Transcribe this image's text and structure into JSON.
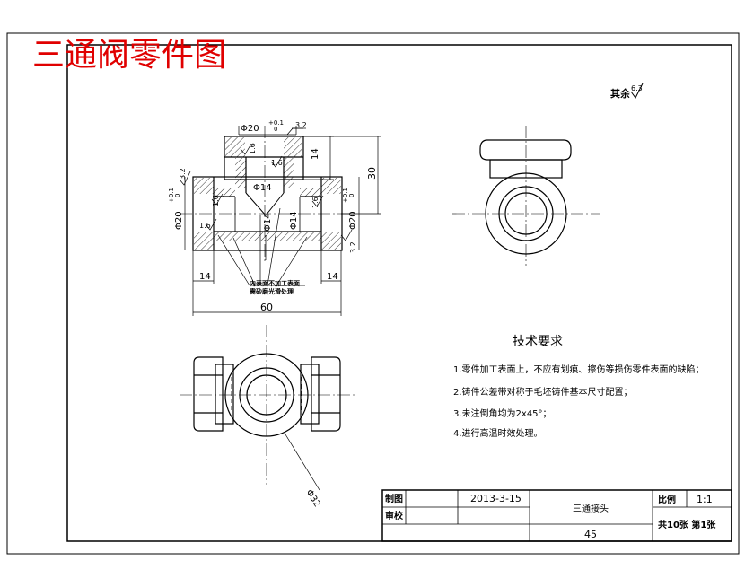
{
  "drawing_title": "三通阀零件图",
  "surface_finish": {
    "prefix": "其余",
    "value": "6.3"
  },
  "tech": {
    "heading": "技术要求",
    "items": [
      "1.零件加工表面上，不应有划痕、擦伤等损伤零件表面的缺陷；",
      "2.铸件公差带对称于毛坯铸件基本尺寸配置；",
      "3.未注倒角均为2x45°；",
      "4.进行高温时效处理。"
    ]
  },
  "dims": {
    "d20_top": "Φ20",
    "tol_upper": "+0.1",
    "tol_lower": "0",
    "d20_left": "Φ20",
    "d20_right": "Φ20",
    "d14_a": "Φ14",
    "d14_b": "Φ14",
    "d14_c": "Φ14",
    "d32": "Φ32",
    "len_14_top": "14",
    "len_30": "30",
    "len_14_left": "14",
    "len_14_right": "14",
    "len_60": "60",
    "ra_32_top": "3.2",
    "ra_32_left": "3.2",
    "ra_32_right": "3.2",
    "ra_16_a": "1.6",
    "ra_16_b": "1.6",
    "ra_16_c": "1.6",
    "ra_16_d": "1.6",
    "ra_16_e": "1.6",
    "note": "内表面不加工表面\n需砂磨光滑处理"
  },
  "title_block": {
    "drawn_label": "制图",
    "checked_label": "审校",
    "date": "2013-3-15",
    "part_name": "三通接头",
    "scale_label": "比例",
    "scale_value": "1:1",
    "material": "45",
    "sheets": "共10张 第1张"
  }
}
